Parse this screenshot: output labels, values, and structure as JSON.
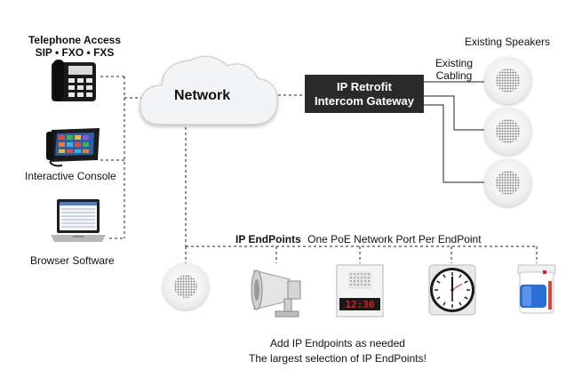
{
  "telephone": {
    "line1": "Telephone Access",
    "line2": "SIP  •  FXO  •  FXS"
  },
  "console_label": "Interactive Console",
  "browser_label": "Browser Software",
  "network_label": "Network",
  "gateway": {
    "line1": "IP Retrofit",
    "line2": "Intercom Gateway"
  },
  "speakers_label": "Existing Speakers",
  "cabling": {
    "line1": "Existing",
    "line2": "Cabling"
  },
  "endpoints": {
    "title": "IP EndPoints",
    "subtitle": "One PoE Network Port Per EndPoint"
  },
  "footer": {
    "line1": "Add IP Endpoints as needed",
    "line2": "The largest selection of IP EndPoints!"
  },
  "clock_display": "12:30",
  "icons": [
    "desk-phone-icon",
    "console-icon",
    "laptop-icon",
    "cloud-icon",
    "speaker-icon",
    "horn-speaker-icon",
    "intercom-display-icon",
    "wall-clock-icon",
    "strobe-light-icon"
  ],
  "colors": {
    "gateway_bg": "#2a2a2a",
    "display_red": "#e0201a",
    "strobe_blue": "#2a6fd8"
  }
}
